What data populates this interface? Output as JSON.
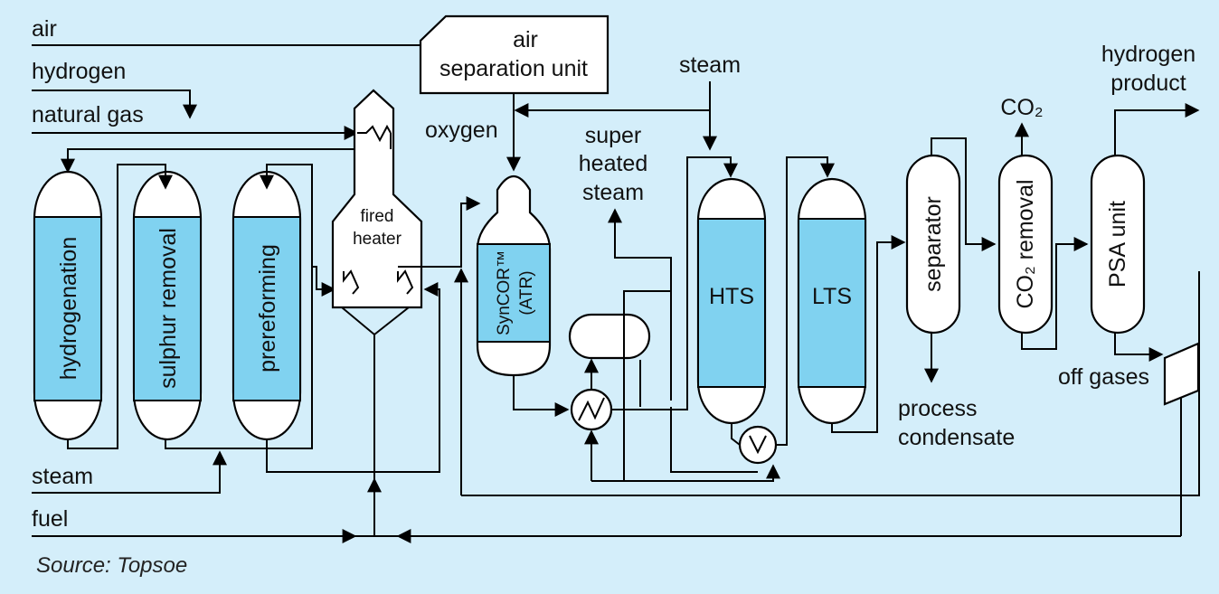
{
  "inputs": {
    "air": "air",
    "hydrogen": "hydrogen",
    "natural_gas": "natural gas",
    "steam": "steam",
    "fuel": "fuel"
  },
  "units": {
    "air_separation_line1": "air",
    "air_separation_line2": "separation unit",
    "hydrogenation": "hydrogenation",
    "sulphur_removal": "sulphur removal",
    "prereforming": "prereforming",
    "fired_heater_line1": "fired",
    "fired_heater_line2": "heater",
    "syncor_line1": "SynCOR™",
    "syncor_line2": "(ATR)",
    "hts": "HTS",
    "lts": "LTS",
    "separator": "separator",
    "co2_removal": "CO₂ removal",
    "psa_unit": "PSA unit"
  },
  "streams": {
    "oxygen": "oxygen",
    "steam_top": "steam",
    "super_heated_line1": "super",
    "super_heated_line2": "heated",
    "super_heated_line3": "steam",
    "co2": "CO₂",
    "hydrogen_product_line1": "hydrogen",
    "hydrogen_product_line2": "product",
    "off_gases": "off gases",
    "process_condensate_line1": "process",
    "process_condensate_line2": "condensate"
  },
  "source": "Source: Topsoe",
  "colors": {
    "background": "#d4eefa",
    "catalyst_bed": "#80d2f0",
    "vessel": "#ffffff",
    "line": "#000000"
  }
}
